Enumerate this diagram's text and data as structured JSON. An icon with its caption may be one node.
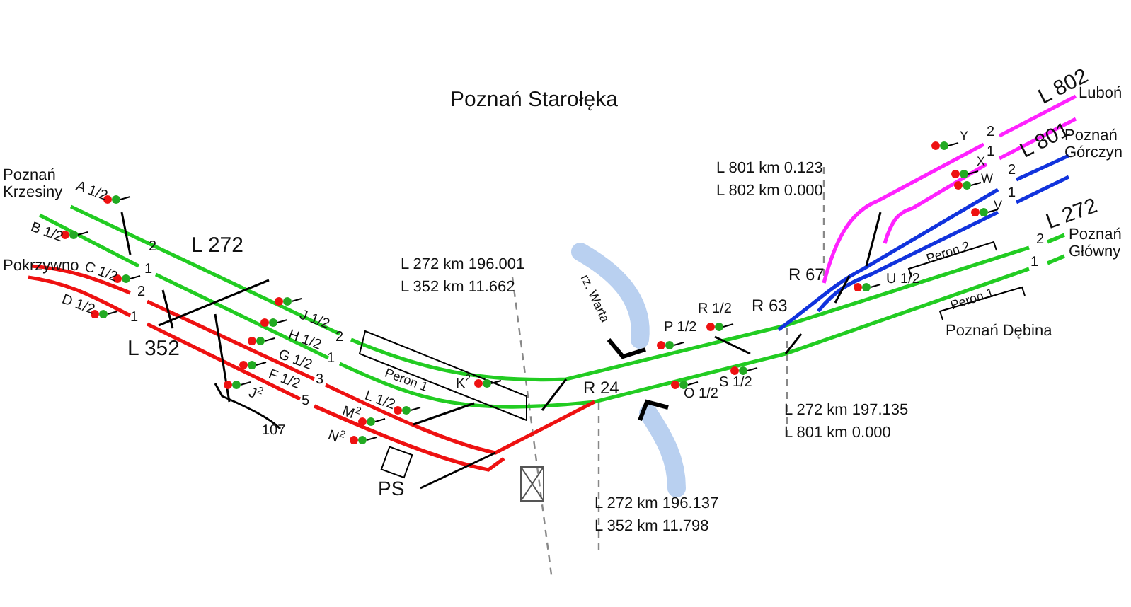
{
  "diagram": {
    "title": "Poznań Starołęka",
    "labels": [
      "L 802",
      "Luboń",
      "Y",
      "2",
      "1",
      "L 801",
      "Poznań Górczyn",
      "X",
      "W",
      "2",
      "L 801 km 0.123",
      "L 802 km 0.000",
      "1",
      "V",
      "L 272",
      "Poznań Główny",
      "2",
      "Poznań Krzesiny",
      "A 1/2",
      "B 1/2",
      "L 272",
      "2",
      "U 1/2",
      "L 272 km 196.001",
      "L 352 km 11.662",
      "rz. Warta",
      "Peron 2",
      "1",
      "R 67",
      "C 1/2",
      "Pokrzywno",
      "1",
      "2",
      "D 1/2",
      "R 63",
      "R 1/2",
      "P 1/2",
      "J 1/2",
      "1",
      "H 1/2",
      "Peron 1",
      "Poznań Dębina",
      "2",
      "L 352",
      "G 1/2",
      "1",
      "F 1/2",
      "Peron 1",
      "S 1/2",
      "3",
      "R 24",
      "J$^{2}$",
      "O 1/2",
      "L 1/2",
      "K$^{2}$",
      "5",
      "M$^{2}$",
      "L 272 km 197.135",
      "L 801 km 0.000",
      "107",
      "N$^{2}$",
      "PS",
      "L 272 km 196.137",
      "L 352 km 11.798"
    ]
  }
}
